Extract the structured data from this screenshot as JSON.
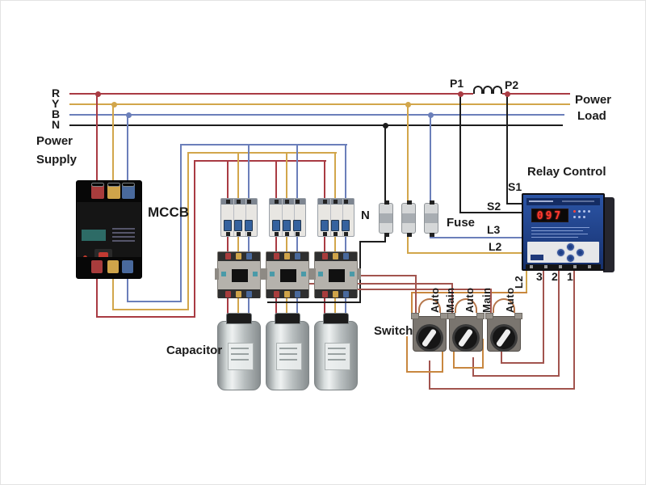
{
  "bus": {
    "r": "R",
    "y": "Y",
    "b": "B",
    "n": "N",
    "supply": "Power Supply",
    "power": "Power",
    "load": "Load"
  },
  "ct": {
    "p1": "P1",
    "p2": "P2"
  },
  "mccb": {
    "label": "MCCB"
  },
  "fuses": {
    "n": "N",
    "label": "Fuse"
  },
  "capacitors": {
    "label": "Capacitor"
  },
  "switches": {
    "label": "Switch",
    "positions": [
      "Auto",
      "Main",
      "Auto",
      "Main",
      "Auto"
    ]
  },
  "relay": {
    "title": "Relay Control",
    "display": "097",
    "s1": "S1",
    "s2": "S2",
    "l3": "L3",
    "l2": "L2",
    "l2_out": "L2",
    "out3": "3",
    "out2": "2",
    "out1": "1"
  },
  "colors": {
    "red": "#a93b43",
    "yellow": "#d2a64b",
    "blue": "#6b7fba",
    "black": "#1d1d1d",
    "brown": "#a2544e",
    "orange": "#c8873f",
    "relay_face": "#24498f",
    "display_text": "#ff3b2f"
  }
}
